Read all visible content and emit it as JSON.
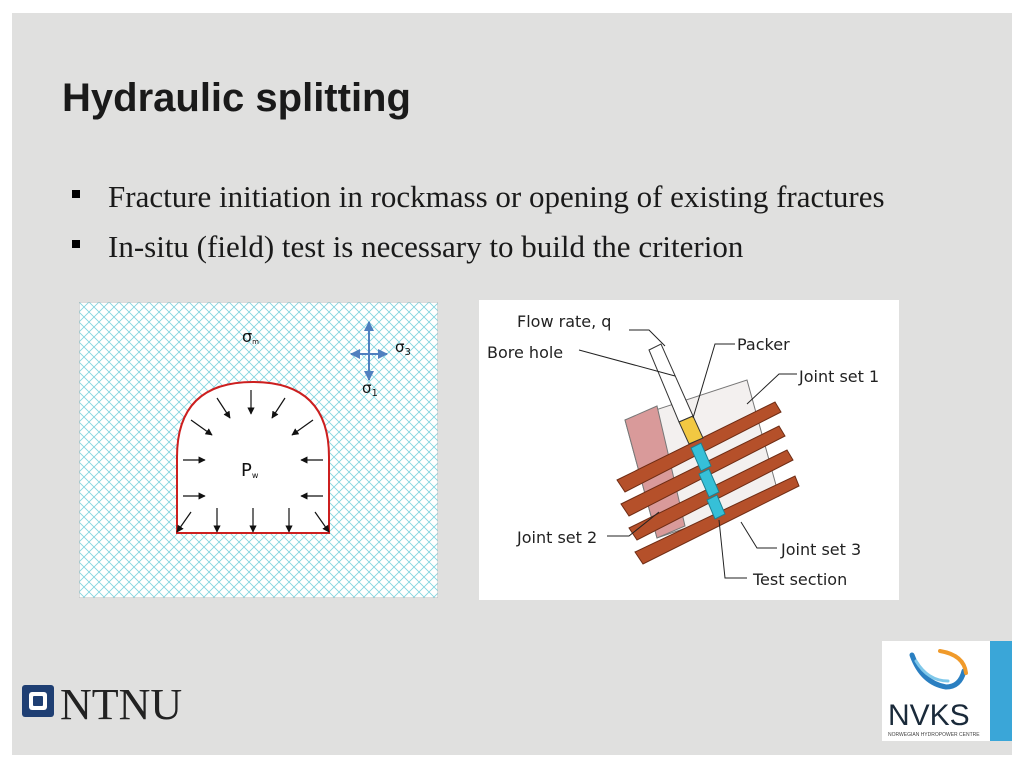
{
  "slide": {
    "title": "Hydraulic splitting",
    "bullets": [
      "Fracture initiation in rockmass or opening of existing fractures",
      "In-situ (field) test is necessary to build the criterion"
    ]
  },
  "left_figure": {
    "sigma_m": "σ",
    "sigma_m_sub": "m",
    "sigma3": "σ",
    "sigma3_sub": "3",
    "sigma1": "σ",
    "sigma1_sub": "1",
    "pw": "P",
    "pw_sub": "w"
  },
  "right_figure": {
    "flow_rate": "Flow rate, q",
    "bore_hole": "Bore hole",
    "packer": "Packer",
    "joint_set_1": "Joint set 1",
    "joint_set_2": "Joint set 2",
    "joint_set_3": "Joint set 3",
    "test_section": "Test section"
  },
  "logos": {
    "ntnu": "NTNU",
    "nvks": "NVKS",
    "nvks_sub": "NORWEGIAN HYDROPOWER CENTRE"
  },
  "colors": {
    "slide_bg": "#e0e0df",
    "hatch": "#7fd3de",
    "tunnel_outline": "#cc1f1f",
    "arrow_blue": "#4f7fbf",
    "joint_brown": "#b5502a",
    "nvks_bar": "#3aa6d8"
  }
}
